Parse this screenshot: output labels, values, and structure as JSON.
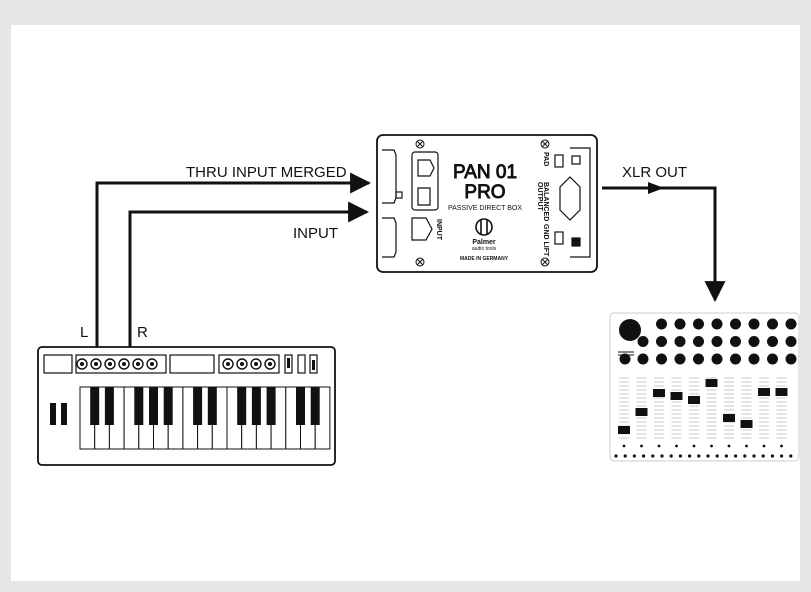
{
  "labels": {
    "thru": "THRU INPUT MERGED",
    "input": "INPUT",
    "xlr": "XLR OUT",
    "left": "L",
    "right": "R"
  },
  "direct_box": {
    "brand_line1": "PAN 01",
    "brand_line2": "PRO",
    "subtitle": "PASSIVE DIRECT BOX",
    "maker": "Palmer",
    "maker_sub": "audio tools",
    "made_in": "MADE IN GERMANY",
    "input_side": "INPUT",
    "pad": "PAD",
    "balanced": "BALANCED",
    "output": "OUTPUT",
    "gnd_lift": "GND LIFT"
  },
  "colors": {
    "ink": "#111111",
    "background": "#e6e6e6",
    "panel": "#ffffff"
  }
}
